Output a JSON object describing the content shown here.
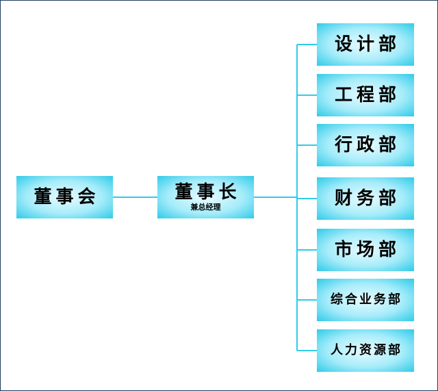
{
  "diagram": {
    "board": {
      "label": "董事会"
    },
    "chairman": {
      "label": "董事长",
      "note": "兼总经理"
    },
    "departments": [
      {
        "label": "设计部"
      },
      {
        "label": "工程部"
      },
      {
        "label": "行政部"
      },
      {
        "label": "财务部"
      },
      {
        "label": "市场部"
      },
      {
        "label": "综合业务部"
      },
      {
        "label": "人力资源部"
      }
    ]
  },
  "colors": {
    "box_edge": "#2fcbe8",
    "box_center": "#e9fbff",
    "connector": "#2fcbe8",
    "frame": "#1f3f5f"
  }
}
